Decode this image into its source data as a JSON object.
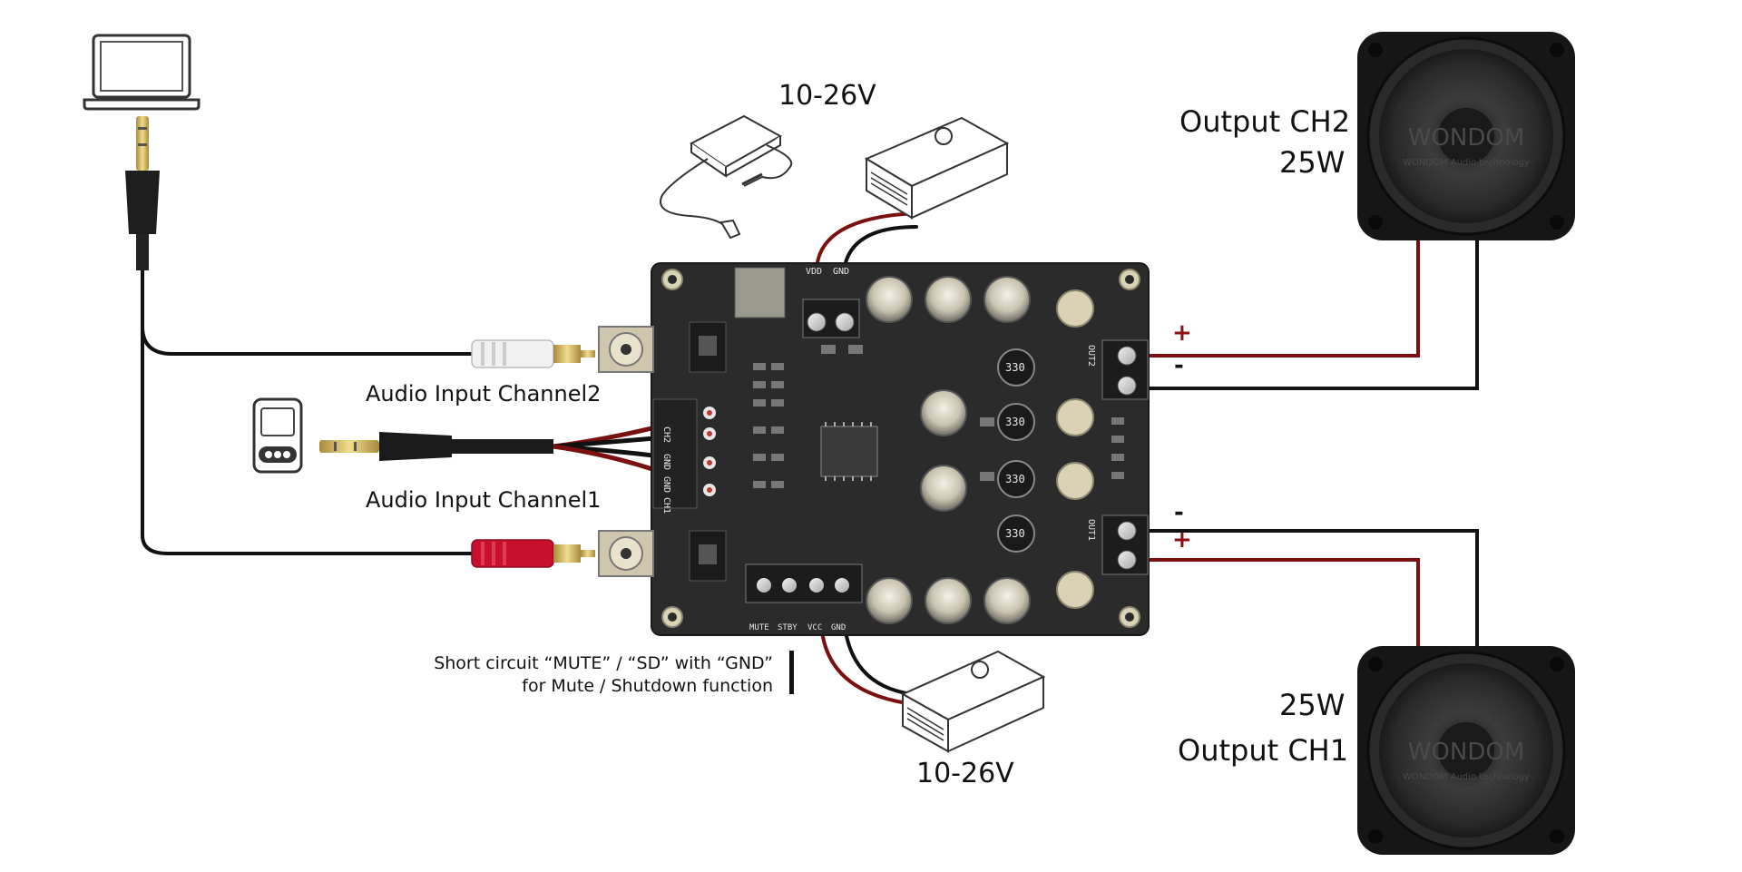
{
  "labels": {
    "power_top": "10-26V",
    "power_bottom": "10-26V",
    "output_ch2": "Output CH2",
    "output_ch2_power": "25W",
    "output_ch1": "Output CH1",
    "output_ch1_power": "25W",
    "audio_in_ch2": "Audio Input Channel2",
    "audio_in_ch1": "Audio Input Channel1",
    "mute_note_line1": "Short circuit “MUTE” / “SD” with “GND”",
    "mute_note_line2": "for Mute / Shutdown function"
  },
  "polarity": {
    "ch2_plus": "+",
    "ch2_minus": "-",
    "ch1_minus": "-",
    "ch1_plus": "+"
  },
  "board": {
    "header_left": [
      "MUTE",
      "STBY",
      "VCC",
      "GND"
    ],
    "power_terminal": [
      "VDD",
      "GND"
    ],
    "input_pins": [
      "CH2",
      "GND",
      "GND",
      "CH1"
    ],
    "out2_label": "OUT2",
    "out1_label": "OUT1",
    "inductor_value": "330"
  },
  "speakers": {
    "brand": "WONDOM",
    "brand_sub": "WONDOM Audio technology"
  },
  "colors": {
    "wire_red": "#7a1010",
    "wire_black": "#111111",
    "sign_red": "#8b0f0f",
    "pcb": "#2b2b2b"
  }
}
